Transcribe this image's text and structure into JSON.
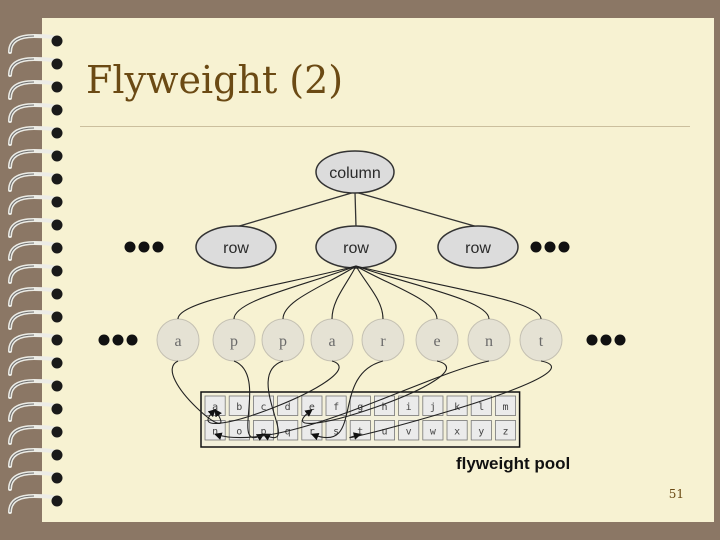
{
  "slide": {
    "title": "Flyweight (2)",
    "page_number": "51",
    "background": "#f7f2d2",
    "frame_color": "#8b7765",
    "title_color": "#6b4a14"
  },
  "diagram": {
    "column_label": "column",
    "row_labels": [
      "row",
      "row",
      "row"
    ],
    "char_row": [
      "a",
      "p",
      "p",
      "a",
      "r",
      "e",
      "n",
      "t"
    ],
    "pool_label": "flyweight pool",
    "pool_rows": [
      [
        "a",
        "b",
        "c",
        "d",
        "e",
        "f",
        "g",
        "h",
        "i",
        "j",
        "k",
        "l",
        "m"
      ],
      [
        "n",
        "o",
        "p",
        "q",
        "r",
        "s",
        "t",
        "u",
        "v",
        "w",
        "x",
        "y",
        "z"
      ]
    ]
  }
}
